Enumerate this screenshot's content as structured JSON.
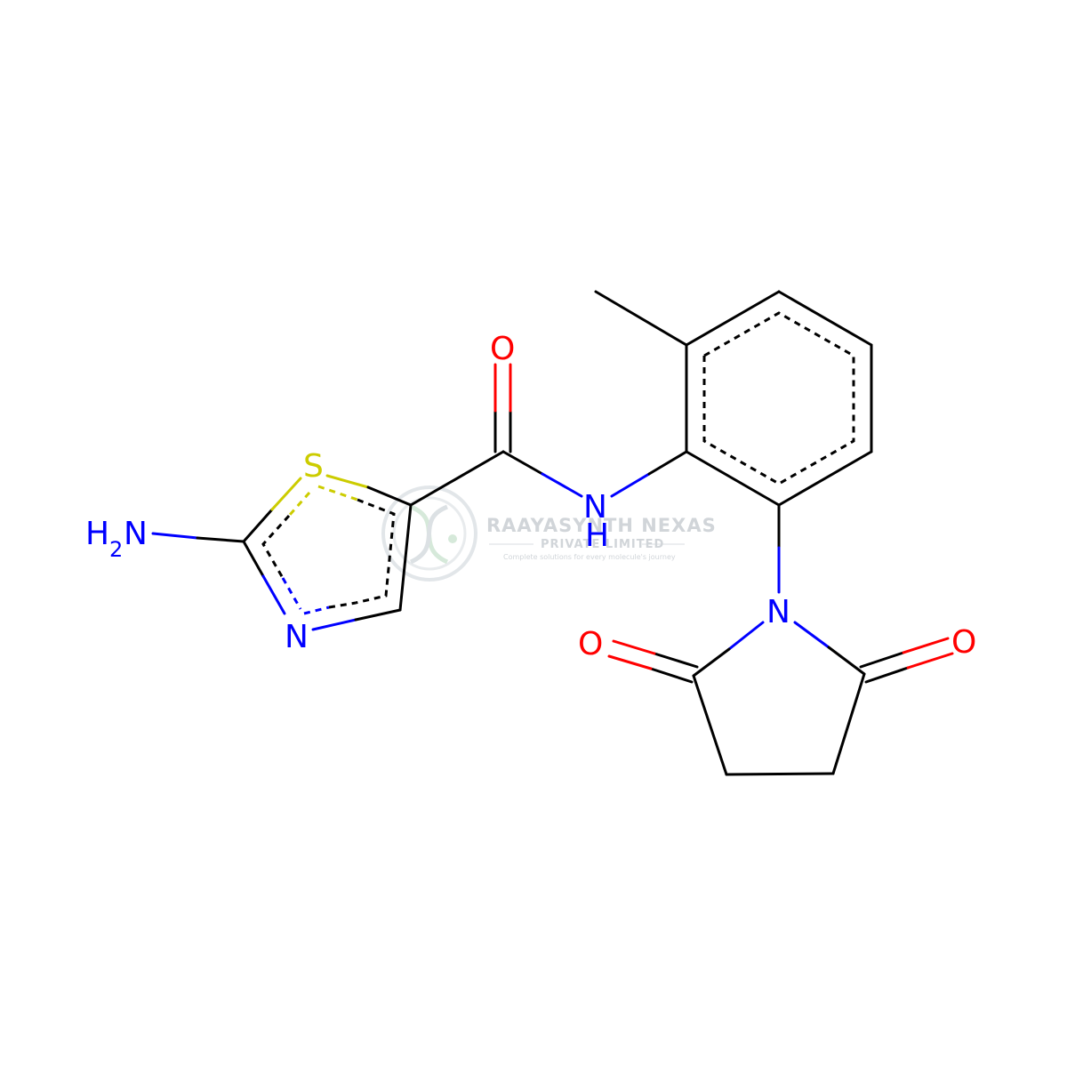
{
  "watermark": {
    "company": "RAAYASYNTH NEXAS",
    "subtitle": "PRIVATE LIMITED",
    "tagline": "Complete solutions for every molecule's journey",
    "color": "#c9ced3"
  },
  "molecule": {
    "colors": {
      "carbon": "#000000",
      "nitrogen": "#0000ff",
      "oxygen": "#ff0000",
      "sulfur": "#cccc00"
    },
    "atom_labels": {
      "amine_h": "H",
      "amine_sub": "2",
      "amine_n": "N",
      "thiazole_s": "S",
      "thiazole_n": "N",
      "carbonyl_o": "O",
      "amide_n": "N",
      "amide_h": "H",
      "imide_n": "N",
      "imide_o_left": "O",
      "imide_o_right": "O"
    }
  }
}
